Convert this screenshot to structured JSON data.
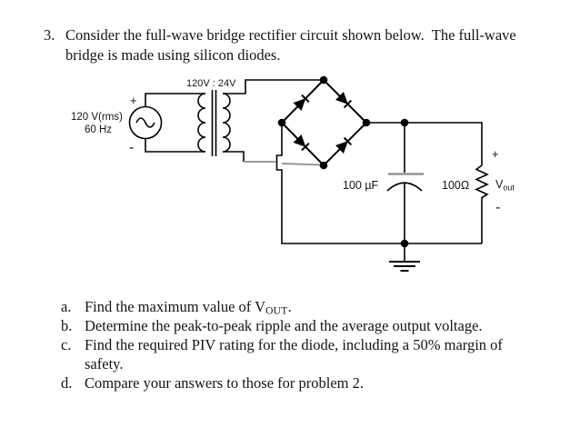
{
  "page": {
    "background": "#ffffff",
    "text_color": "#141414"
  },
  "problem": {
    "number": "3.",
    "line1": "Consider the full-wave bridge rectifier circuit shown below.  The full-wave",
    "line2": "bridge is made using silicon diodes.",
    "items": [
      {
        "label": "a.",
        "pre": "Find the maximum value of V",
        "sub": "OUT",
        "post": "."
      },
      {
        "label": "b.",
        "pre": "Determine the peak-to-peak ripple and the average output voltage.",
        "sub": "",
        "post": ""
      },
      {
        "label": "c.",
        "pre": "Find the required PIV rating for the diode, including a 50% margin of",
        "sub": "",
        "post": "",
        "line2": "safety."
      },
      {
        "label": "d.",
        "pre": "Compare your answers to those for problem 2.",
        "sub": "",
        "post": ""
      }
    ]
  },
  "circuit": {
    "source": {
      "label_line1": "120 V(rms)",
      "label_line2": "60 Hz",
      "plus": "+",
      "minus": "-"
    },
    "transformer": {
      "ratio_label": "120V : 24V"
    },
    "capacitor": {
      "label": "100 µF"
    },
    "resistor": {
      "label": "100Ω"
    },
    "output": {
      "plus": "+",
      "minus": "-",
      "v_base": "V",
      "v_sub": "out"
    },
    "colors": {
      "wire": "#000000",
      "gray_wire": "#8a8a8a"
    }
  }
}
